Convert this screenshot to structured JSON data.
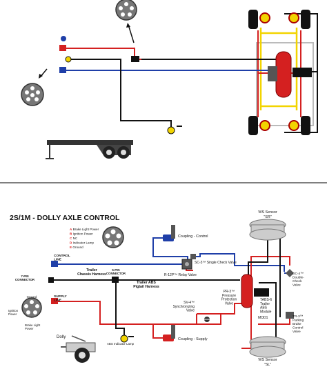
{
  "title": "2S/1M - DOLLY AXLE CONTROL",
  "connector_legend": [
    {
      "letter": "A",
      "text": "Brake Light Power",
      "color": "#d22"
    },
    {
      "letter": "B",
      "text": "Ignition Power",
      "color": "#d22"
    },
    {
      "letter": "C",
      "text": "NC",
      "color": "#d22"
    },
    {
      "letter": "D",
      "text": "Indicator Lamp",
      "color": "#d22"
    },
    {
      "letter": "E",
      "text": "Ground",
      "color": "#d22"
    }
  ],
  "pin_letters": [
    "A",
    "B",
    "C",
    "D",
    "E"
  ],
  "labels": {
    "control_line": "CONTROL\nLINE",
    "trailer_chassis_harness": "Trailer\nChassis Harness",
    "five_pin_connector": "5-PIN\nCONNECTOR",
    "seven_pin_connector": "7-PIN\nCONNECTOR",
    "trailer_abs_pigtail": "Trailer ABS\nPigtail Harness",
    "supply_line": "SUPPLY\nLINE",
    "ground": "Ground",
    "ignition_power": "Ignition\nPower",
    "brake_light_power": "Brake Light\nPower",
    "dolly": "Dolly",
    "abs_indicator_lamp": "ABS Indicator Lamp",
    "coupling_control": "Coupling - Control",
    "coupling_supply": "Coupling - Supply",
    "sc3": "SC-3™ Single Check Valve",
    "r12p": "R-12P™ Relay Valve",
    "sv4": "SV-4™\nSynchronizing\nValve",
    "pr3": "PR-3™\nPressure\nProtection\nValve",
    "tabs6": "TABS-6\nTrailer\nABS\nModule",
    "mod1": "MOD1",
    "dc4": "DC-4™\nDouble-\nCheck\nValve",
    "tr3": "TR-3™\nParking\nBrake\nControl\nValve",
    "ws_sensor": "WS Sensor",
    "sr": "\"SR\"",
    "sl": "\"SL\""
  },
  "colors": {
    "control": "#1f3fa8",
    "supply": "#d42020",
    "electric": "#111111",
    "yellow": "#f2d400",
    "tank": "#d42020"
  }
}
